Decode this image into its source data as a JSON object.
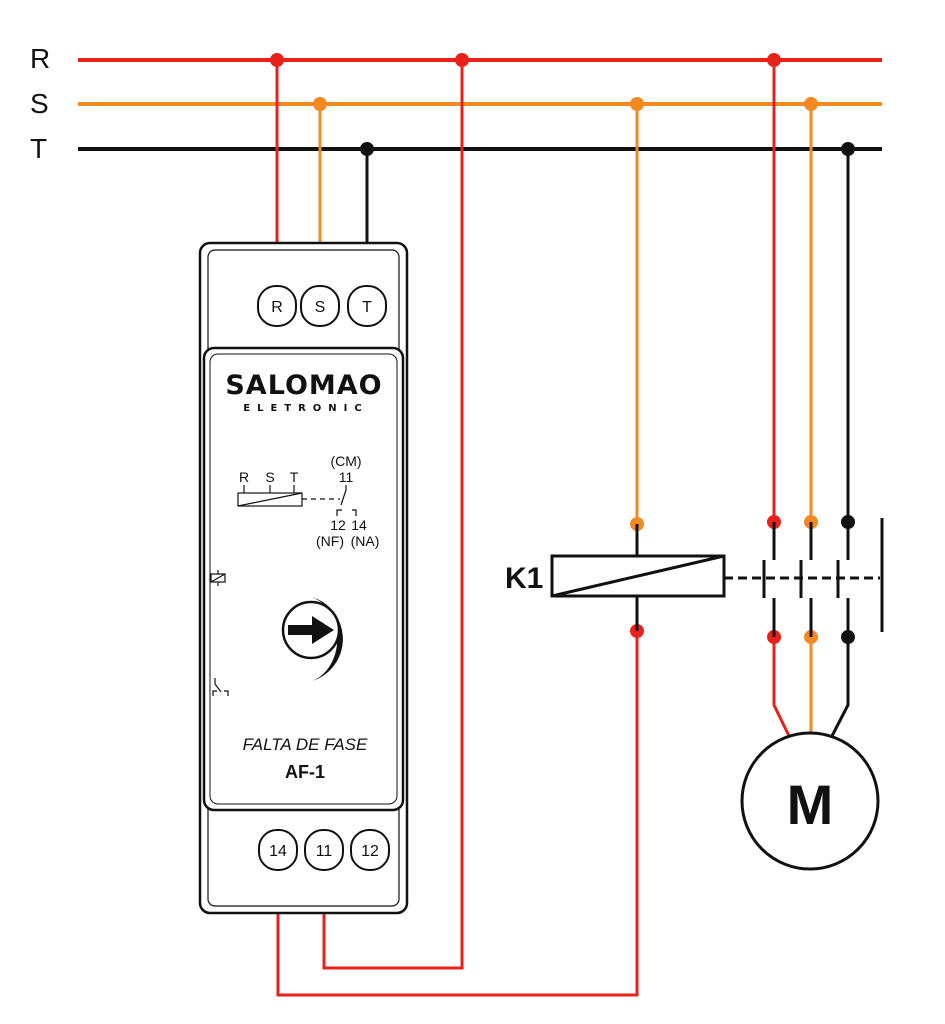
{
  "phases": {
    "r": {
      "label": "R",
      "color": "#e8221b"
    },
    "s": {
      "label": "S",
      "color": "#f28a1f"
    },
    "t": {
      "label": "T",
      "color": "#111111"
    }
  },
  "relay": {
    "top_terminals": [
      "R",
      "S",
      "T"
    ],
    "bottom_terminals": [
      "14",
      "11",
      "12"
    ],
    "brand": "SALOMAO",
    "brand_sub": "ELETRONIC",
    "schematic": {
      "cm": "(CM)",
      "cm_num": "11",
      "r": "R",
      "s": "S",
      "t": "T",
      "nf_num": "12",
      "na_num": "14",
      "nf": "(NF)",
      "na": "(NA)"
    },
    "function": "FALTA DE FASE",
    "model": "AF-1"
  },
  "contactor": {
    "label": "K1"
  },
  "motor": {
    "label": "M"
  }
}
